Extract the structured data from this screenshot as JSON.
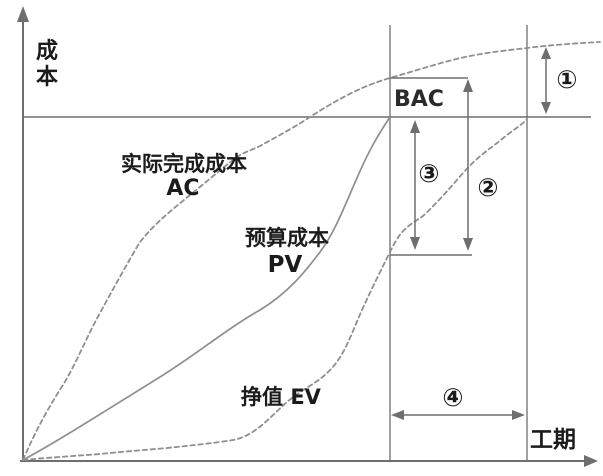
{
  "labels": {
    "y_axis": "成本",
    "y_axis_char1": "成",
    "y_axis_char2": "本",
    "x_axis": "工期",
    "ac_name": "实际完成成本",
    "ac_abbr": "AC",
    "pv_name": "预算成本",
    "pv_abbr": "PV",
    "ev_name": "挣值 EV",
    "bac": "BAC"
  },
  "annotations": {
    "a1": "①",
    "a2": "②",
    "a3": "③",
    "a4": "④"
  },
  "colors": {
    "line_gray": "#6e6e6e",
    "dash_gray": "#8f8f8f",
    "text_black": "#1b1b1b",
    "background": "#ffffff"
  },
  "chart_data": {
    "type": "line",
    "title": "",
    "xlabel": "工期",
    "ylabel": "成本",
    "x_unit": "time, 0-100 of axis length",
    "y_unit": "cost, BAC = 100",
    "xlim": [
      0,
      100
    ],
    "ylim": [
      0,
      125
    ],
    "grid": false,
    "legend_position": "labels on curves",
    "series": [
      {
        "name": "实际完成成本 AC",
        "style": "dashed",
        "points": [
          [
            0,
            0
          ],
          [
            7,
            22
          ],
          [
            13.5,
            43
          ],
          [
            20,
            64
          ],
          [
            29,
            77
          ],
          [
            40,
            90
          ],
          [
            50,
            100
          ],
          [
            64,
            111
          ],
          [
            78,
            118
          ],
          [
            88,
            120
          ],
          [
            100,
            122
          ]
        ]
      },
      {
        "name": "预算成本 PV",
        "style": "solid",
        "points": [
          [
            0,
            0
          ],
          [
            10,
            10
          ],
          [
            24,
            24
          ],
          [
            34,
            34
          ],
          [
            41,
            44
          ],
          [
            48,
            54
          ],
          [
            52,
            61
          ],
          [
            56,
            73
          ],
          [
            60,
            86
          ],
          [
            64,
            100
          ]
        ]
      },
      {
        "name": "挣值 EV",
        "style": "dashed",
        "points": [
          [
            0,
            0
          ],
          [
            13.5,
            2
          ],
          [
            25,
            3.5
          ],
          [
            37,
            6
          ],
          [
            46,
            17
          ],
          [
            54,
            26
          ],
          [
            59,
            44
          ],
          [
            64.5,
            62
          ],
          [
            70,
            71
          ],
          [
            77,
            84
          ],
          [
            84,
            94
          ],
          [
            88,
            100
          ]
        ]
      }
    ],
    "reference_lines": {
      "bac_level_y": 100,
      "bac_label": "BAC",
      "vertical_line_1_x": 64,
      "vertical_line_2_x": 88
    },
    "annotations": [
      {
        "label": "①",
        "shape": "vertical double arrow",
        "at_x": 91.5,
        "from_y": 120,
        "to_y": 100,
        "span": "AC curve end to BAC line"
      },
      {
        "label": "②",
        "shape": "vertical double arrow",
        "at_x": 78,
        "from_y": 111,
        "to_y": 62,
        "span": "AC level at line 1 down to EV level at line 1"
      },
      {
        "label": "③",
        "shape": "vertical double arrow",
        "at_x": 68.5,
        "from_y": 100,
        "to_y": 62,
        "span": "BAC line down to EV level at line 1"
      },
      {
        "label": "④",
        "shape": "horizontal double arrow",
        "at_y": 13,
        "from_x": 64,
        "to_x": 88,
        "span": "between vertical line 1 and vertical line 2"
      }
    ]
  }
}
